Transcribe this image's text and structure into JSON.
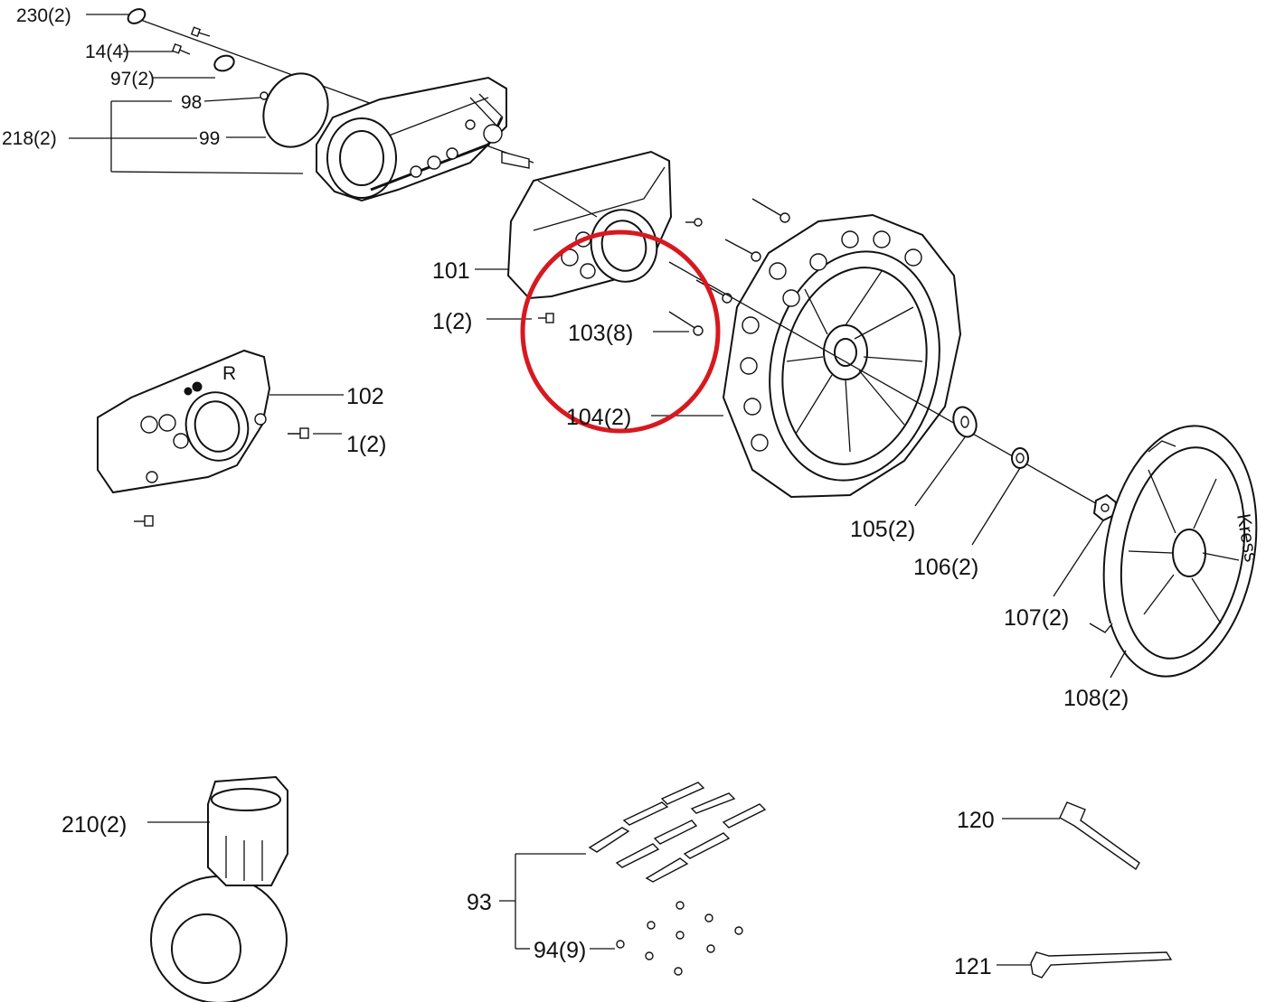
{
  "diagram": {
    "highlight_color": "#d7191f",
    "line_color": "#111111",
    "callouts": {
      "p230": "230(2)",
      "p14": "14(4)",
      "p97": "97(2)",
      "p98": "98",
      "p218": "218(2)",
      "p99": "99",
      "p101": "101",
      "p1a": "1(2)",
      "p103": "103(8)",
      "p102": "102",
      "p1b": "1(2)",
      "p104": "104(2)",
      "p105": "105(2)",
      "p106": "106(2)",
      "p107": "107(2)",
      "p108": "108(2)",
      "p210": "210(2)",
      "p93": "93",
      "p94": "94(9)",
      "p120": "120",
      "p121": "121"
    },
    "decals": {
      "gear_letter": "R",
      "brand": "Kress"
    }
  }
}
